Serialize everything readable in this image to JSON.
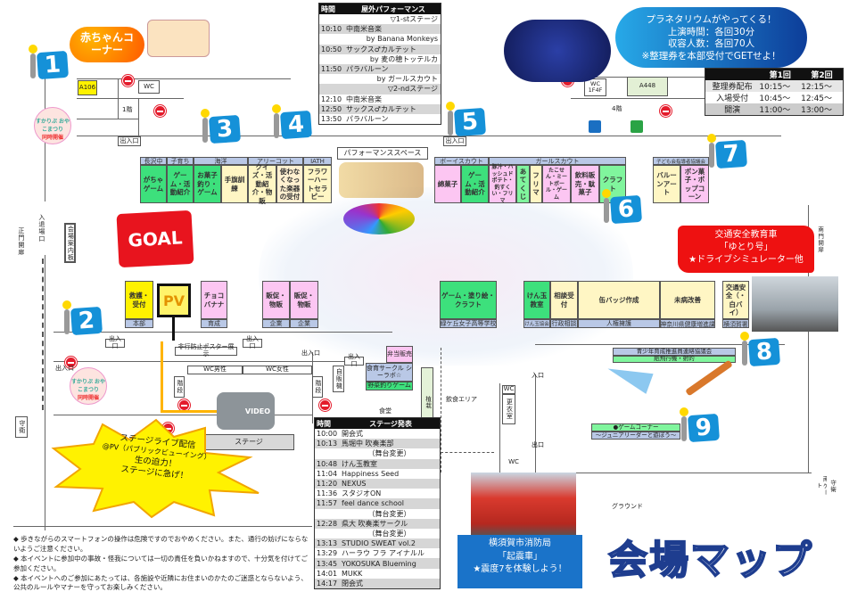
{
  "title": "会場マップ",
  "baby_corner": "赤ちゃんコーナー",
  "planetarium": {
    "lines": [
      "プラネタリウムがやってくる！",
      "上演時間：各回30分",
      "収容人数：各回70人",
      "※整理券を本部受付でGETせよ！"
    ],
    "table": {
      "headers": [
        "",
        "第1回",
        "第2回"
      ],
      "rows": [
        [
          "整理券配布",
          "10:15～",
          "12:15～"
        ],
        [
          "入場受付",
          "10:45～",
          "12:45～"
        ],
        [
          "開演",
          "11:00～",
          "13:00～"
        ]
      ]
    }
  },
  "outdoor_schedule": {
    "headers": [
      "時間",
      "屋外パフォーマンス"
    ],
    "rows": [
      {
        "time": "",
        "title": "▽1-stステージ",
        "align": "right"
      },
      {
        "time": "10:10",
        "title": "中南米音楽"
      },
      {
        "time": "",
        "title": "by Banana Monkeys",
        "align": "right"
      },
      {
        "time": "10:50",
        "title": "サックス♂カルテット"
      },
      {
        "time": "",
        "title": "by 麦の穂トッテルカ",
        "align": "right"
      },
      {
        "time": "11:50",
        "title": "パラバルーン"
      },
      {
        "time": "",
        "title": "by ガールスカウト",
        "align": "right"
      },
      {
        "time": "",
        "title": "▽2-ndステージ",
        "align": "right"
      },
      {
        "time": "12:10",
        "title": "中南米音楽"
      },
      {
        "time": "12:50",
        "title": "サックス♂カルテット"
      },
      {
        "time": "13:50",
        "title": "パラバルーン"
      }
    ]
  },
  "stage_schedule": {
    "headers": [
      "時間",
      "ステージ発表"
    ],
    "rows": [
      {
        "time": "10:00",
        "title": "開会式"
      },
      {
        "time": "10:13",
        "title": "馬堀中 吹奏楽部"
      },
      {
        "time": "",
        "title": "（舞台変更）",
        "align": "center"
      },
      {
        "time": "10:48",
        "title": "けん玉教室"
      },
      {
        "time": "11:04",
        "title": "Happiness Seed"
      },
      {
        "time": "11:20",
        "title": "NEXUS"
      },
      {
        "time": "11:36",
        "title": "スタジオON"
      },
      {
        "time": "11:57",
        "title": "feel dance school"
      },
      {
        "time": "",
        "title": "（舞台変更）",
        "align": "center"
      },
      {
        "time": "12:28",
        "title": "県大 吹奏楽サークル"
      },
      {
        "time": "",
        "title": "（舞台変更）",
        "align": "center"
      },
      {
        "time": "13:13",
        "title": "STUDIO SWEAT vol.2"
      },
      {
        "time": "13:29",
        "title": "ハーラウ フラ アイナルル"
      },
      {
        "time": "13:45",
        "title": "YOKOSUKA Blueming"
      },
      {
        "time": "14:01",
        "title": "MUKK"
      },
      {
        "time": "14:17",
        "title": "閉会式"
      }
    ]
  },
  "colors": {
    "green": "#3de07c",
    "lightgreen": "#80f59d",
    "cream": "#fff6c4",
    "pink": "#fcc6f2",
    "yellow": "#fff200",
    "header": "#b9c8e6",
    "flag": "#1591d8",
    "banner_red": "#ee1111",
    "banner_blue": "#1a73c9"
  },
  "top_groups": [
    "長沢中",
    "子育ち",
    "海洋",
    "アリーコット",
    "IATH",
    "ボーイスカウト",
    "ガールスカウト",
    "子ども会指導者協議会"
  ],
  "top_booths": [
    {
      "text": "がちゃゲーム",
      "color": "#3de07c"
    },
    {
      "text": "ゲーム・活動紹介",
      "color": "#3de07c"
    },
    {
      "text": "お菓子釣り・ゲーム",
      "color": "#3de07c"
    },
    {
      "text": "手旗訓練",
      "color": "#fff6c4"
    },
    {
      "text": "クイズ・活動紹介・物販",
      "color": "#fff6c4"
    },
    {
      "text": "使わなくなった楽器の受付",
      "color": "#fff0d0"
    },
    {
      "text": "フラワーハートセラピー",
      "color": "#fff6c4"
    },
    {
      "text": "綿菓子",
      "color": "#fcc6f2"
    },
    {
      "text": "ゲーム・活動紹介",
      "color": "#3de07c"
    },
    {
      "text": "豚汁・ハッシュドポテト・釣すくい・フリマ",
      "color": "#fcc6f2"
    },
    {
      "text": "あてくじ",
      "color": "#80f59d"
    },
    {
      "text": "フリマ",
      "color": "#fff6c4"
    },
    {
      "text": "たこせん・ミートボール・ゲーム",
      "color": "#fcc6f2"
    },
    {
      "text": "飲料販売・駄菓子",
      "color": "#fcc6f2"
    },
    {
      "text": "クラフト",
      "color": "#80f59d"
    },
    {
      "text": "バルーンアート",
      "color": "#fff6c4"
    },
    {
      "text": "ポン菓子・ポップコーン",
      "color": "#fcc6f2"
    }
  ],
  "performance_space": "パフォーマンススペース",
  "bottom_booths": [
    {
      "text": "救護・受付",
      "label": "本部",
      "color": "#fff200"
    },
    {
      "text": "チョコバナナ",
      "label": "育成",
      "color": "#fcc6f2"
    },
    {
      "text": "販促・物販",
      "label": "企業",
      "color": "#fcc6f2"
    },
    {
      "text": "販促・物販",
      "label": "企業",
      "color": "#fcc6f2"
    },
    {
      "text": "ゲーム・塗り絵・クラフト",
      "label": "緑ケ丘女子高等学校",
      "color": "#3de07c"
    },
    {
      "text": "けん玉教室",
      "label": "けん玉協会",
      "color": "#3de07c"
    },
    {
      "text": "相談受付",
      "label": "行政相談",
      "color": "#fff6c4"
    },
    {
      "text": "缶バッジ作成",
      "label": "人権擁護",
      "color": "#fff6c4"
    },
    {
      "text": "未病改善",
      "label": "神奈川県健康増進課",
      "color": "#fff6c4"
    },
    {
      "text": "交通安全（・白バイ）",
      "label": "横須賀署",
      "color": "#fff6c4"
    }
  ],
  "middle": {
    "bento": "弁当販売",
    "shokuiku": "食育サークル シーラボ☆",
    "yasai": "野菜釣りゲーム",
    "vending": "自販機",
    "shokudo": "食堂",
    "shokusai": "植栽",
    "inshoku": "飲食エリア",
    "wc_male": "WC男性",
    "wc_female": "WC女性",
    "poster": "非行防止ポスター展示",
    "stairs": "階段",
    "stage": "ステージ",
    "kouishitsu": "更衣室",
    "entrance": "入口",
    "exit": "出口",
    "wc": "WC"
  },
  "youth": {
    "org": "青少年育成推進員連絡協議会",
    "activity": "紙飛行機・射的"
  },
  "game_corner": {
    "title": "●ゲームコーナー",
    "sub": "～ジュニアリーダーと遊ぼう～"
  },
  "map_labels": {
    "a106": "A106",
    "a448": "A448",
    "wc": "WC",
    "wc_1f4f": "WC 1F4F",
    "floor1": "1階",
    "floor4": "4階",
    "deiriguchi": "出入口",
    "main_gate": "正門開扉",
    "entry_exit": "入退場口",
    "guide_board": "会場案内板",
    "guard": "守衛",
    "south_gate_open": "南門開扉",
    "south_gate": "南ゲート",
    "ground": "グラウンド",
    "goal": "GOAL",
    "pv": "PV",
    "video": "VIDEO",
    "oyako": "すかりぷ おやこまつり",
    "oyako_sub": "同時開催"
  },
  "flags": [
    "1",
    "2",
    "3",
    "4",
    "5",
    "6",
    "7",
    "8",
    "9"
  ],
  "traffic_banner": [
    "交通安全教育車",
    "「ゆとり号」",
    "★ドライブシミュレーター他"
  ],
  "fire_banner": [
    "横須賀市消防局",
    "「起震車」",
    "★震度7を体験しよう！"
  ],
  "starburst": [
    "ステージライブ配信",
    "@PV（パブリックビューイング）",
    "生の迫力！",
    "ステージに急げ！"
  ],
  "notes": [
    "◆ 歩きながらのスマートフォンの操作は危険ですのでおやめください。また、通行の妨げにならないようご注意ください。",
    "◆ 本イベントに参加中の事故・怪我については一切の責任を負いかねますので、十分気を付けてご参加ください。",
    "◆ 本イベントへのご参加にあたっては、各施設や近隣にお住まいのかたのご迷惑とならないよう、公共のルールやマナーを守ってお楽しみください。"
  ]
}
